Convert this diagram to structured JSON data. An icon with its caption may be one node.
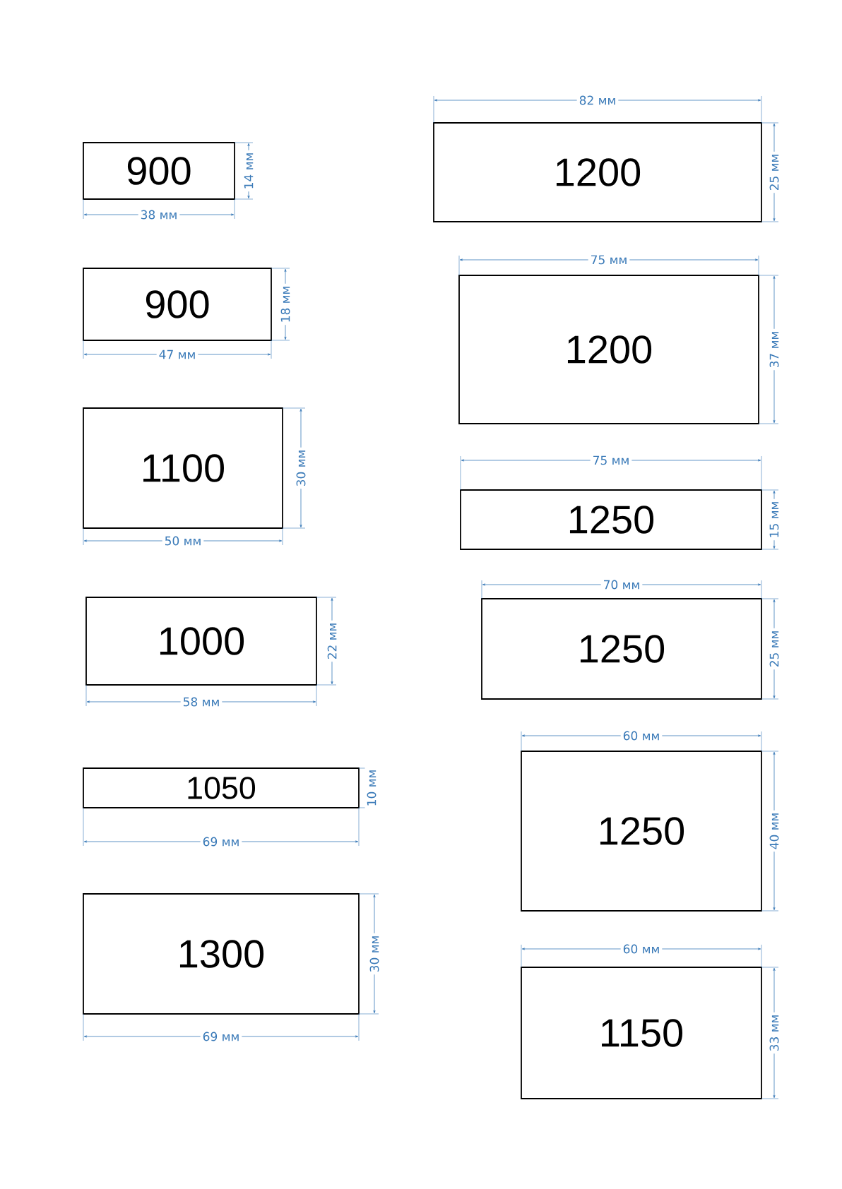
{
  "diagram": {
    "nodes": [
      {
        "text": [
          "900"
        ],
        "beside": [
          "38 мм",
          "14 мм"
        ]
      },
      {
        "text": [
          "900"
        ],
        "beside": [
          "47 мм",
          "18 мм"
        ]
      },
      {
        "text": [
          "1100"
        ],
        "beside": [
          "50 мм",
          "30 мм"
        ]
      },
      {
        "text": [
          "1000"
        ],
        "beside": [
          "58 мм",
          "22 мм"
        ]
      },
      {
        "text": [
          "1050"
        ],
        "beside": [
          "69 мм",
          "10 мм"
        ]
      },
      {
        "text": [
          "1300"
        ],
        "beside": [
          "69 мм",
          "30 мм"
        ]
      },
      {
        "text": [
          "1200"
        ],
        "beside": [
          "82 мм",
          "25 мм"
        ]
      },
      {
        "text": [
          "1200"
        ],
        "beside": [
          "75 мм",
          "37 мм"
        ]
      },
      {
        "text": [
          "1250"
        ],
        "beside": [
          "75 мм",
          "15 мм"
        ]
      },
      {
        "text": [
          "1250"
        ],
        "beside": [
          "70 мм",
          "25 мм"
        ]
      },
      {
        "text": [
          "1250"
        ],
        "beside": [
          "60 мм",
          "40 мм"
        ]
      },
      {
        "text": [
          "1150"
        ],
        "beside": [
          "60 мм",
          "33 мм"
        ]
      }
    ]
  }
}
